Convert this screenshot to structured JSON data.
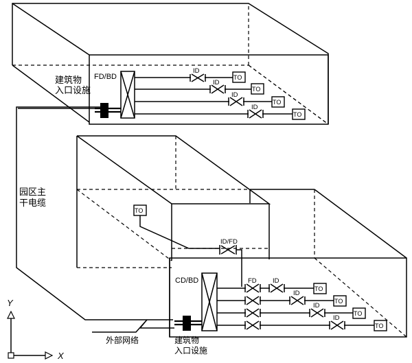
{
  "labels": {
    "fd_bd": "FD/BD",
    "building_entry_top_line1": "建筑物",
    "building_entry_top_line2": "入口设施",
    "campus_trunk_line1": "园区主",
    "campus_trunk_line2": "干电缆",
    "id_fd": "ID/FD",
    "cd_bd": "CD/BD",
    "fd": "FD",
    "external_network": "外部网络",
    "building_entry_bottom_line1": "建筑物",
    "building_entry_bottom_line2": "入口设施",
    "axis_x": "X",
    "axis_y": "Y"
  },
  "markers": {
    "id": "ID",
    "to": "TO"
  }
}
